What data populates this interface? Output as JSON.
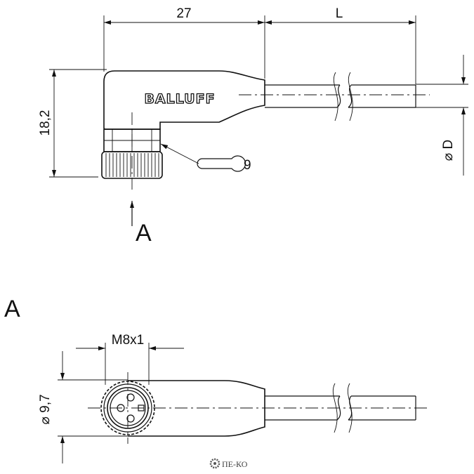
{
  "top_view": {
    "dim_length_fixed": "27",
    "dim_length_cable": "L",
    "dim_height": "18,2",
    "dim_diameter": "⌀ D",
    "brand_text": "BALLUFF",
    "wrench_size": "9",
    "view_arrow_label": "A"
  },
  "section_view": {
    "title": "A",
    "dim_thread": "M8x1",
    "dim_diameter": "⌀ 9,7"
  },
  "watermark": {
    "text": "ПЕ-КО"
  }
}
